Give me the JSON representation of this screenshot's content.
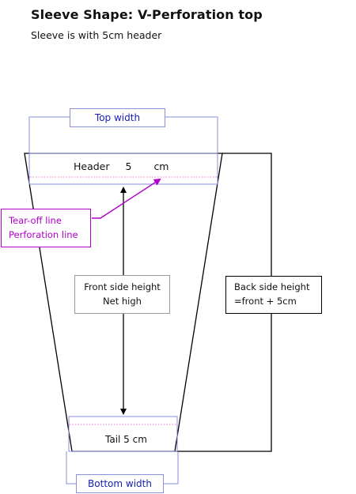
{
  "title": "Sleeve Shape: V-Perforation top",
  "subtitle": "Sleeve is with 5cm header",
  "top_width_label": "Top width",
  "bottom_width_label": "Bottom width",
  "header": {
    "label": "Header",
    "value": "5",
    "unit": "cm"
  },
  "tear_off": {
    "line1": "Tear-off line",
    "line2": "Perforation line"
  },
  "front": {
    "line1": "Front side height",
    "line2": "Net high"
  },
  "back": {
    "line1": "Back side height",
    "line2": "=front + 5cm"
  },
  "tail_label": "Tail 5 cm",
  "colors": {
    "outline": "#000000",
    "guide_box": "#8a8fd8",
    "guide_text": "#1a20b0",
    "perforation": "#b000c8",
    "dotted_line": "#e77ad8"
  }
}
